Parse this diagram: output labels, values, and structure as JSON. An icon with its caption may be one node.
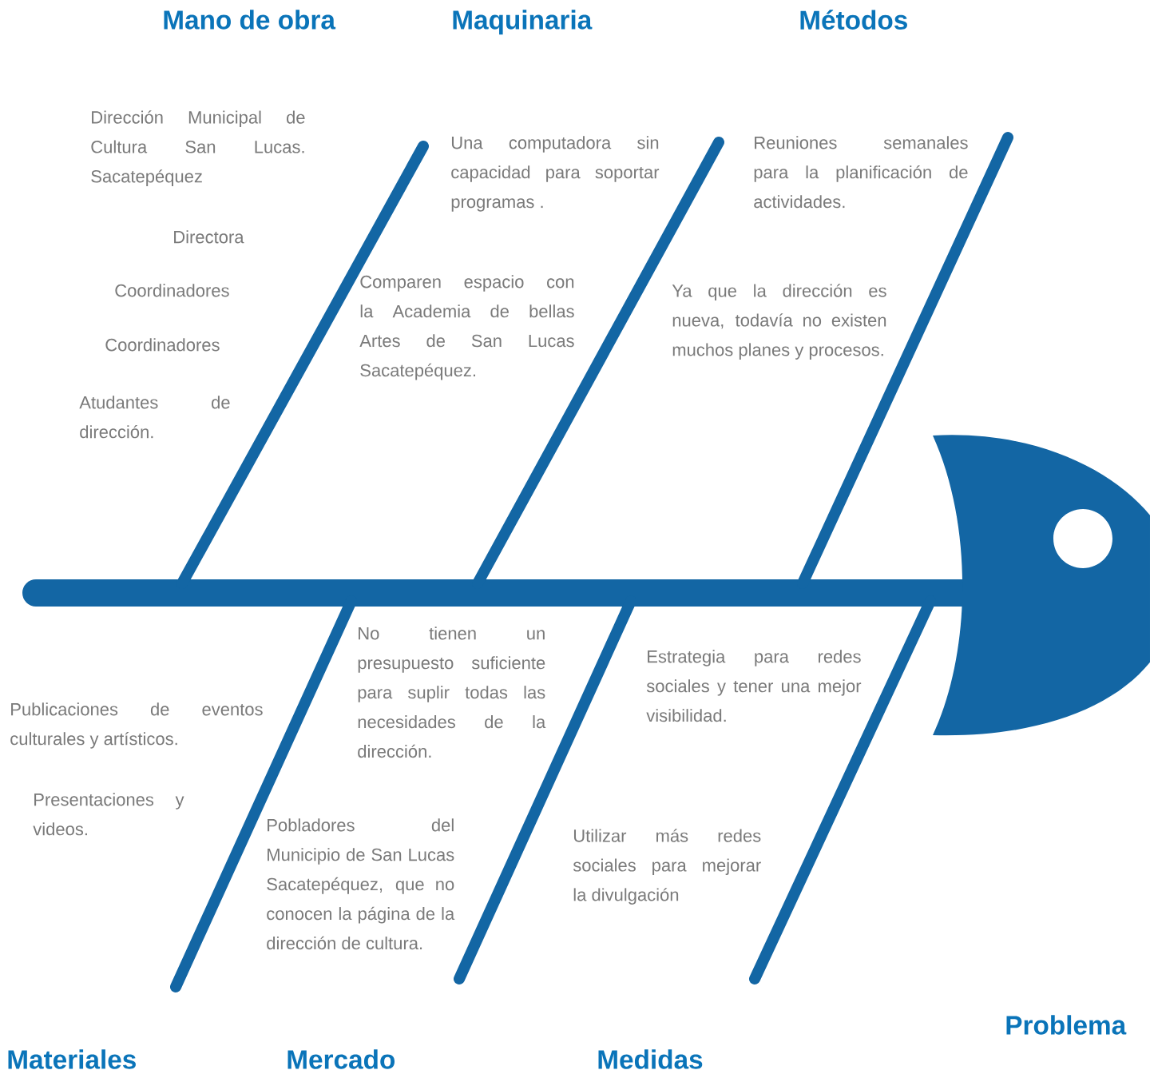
{
  "diagram": {
    "labels": [
      "Mano de obra",
      "Maquinaria",
      "Métodos",
      "Dirección Municipal de Cultura San Lucas. Sacatepéquez",
      "Una computadora sin capacidad para soportar programas .",
      "Reuniones semanales para la planificación de actividades.",
      "Directora",
      "Comparen espacio con la Academia de bellas Artes de San Lucas Sacatepéquez.",
      "Ya que la dirección es nueva, todavía no existen muchos planes y procesos.",
      "Coordinadores",
      "Coordinadores",
      "Atudantes de dirección.",
      "Publicaciones de eventos culturales y artísticos.",
      "No tienen un presupuesto suficiente para suplir todas las necesidades de la dirección.",
      "Estrategia para redes sociales y tener una mejor visibilidad.",
      "Presentaciones y videos.",
      "Pobladores del Municipio de San Lucas Sacatepéquez, que no conocen la página de la dirección de cultura.",
      "Utilizar más redes sociales para mejorar la divulgación",
      "Problema",
      "Materiales",
      "Mercado",
      "Medidas"
    ]
  }
}
